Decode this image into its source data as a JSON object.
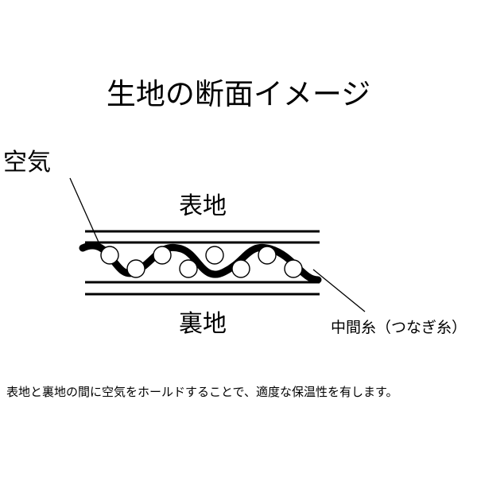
{
  "title": "生地の断面イメージ",
  "labels": {
    "air": "空気",
    "top_fabric": "表地",
    "bottom_fabric": "裏地",
    "middle_thread": "中間糸（つなぎ糸）"
  },
  "caption": "表地と裏地の間に空気をホールドすることで、適度な保温性を有します。",
  "colors": {
    "line": "#000000",
    "background": "#ffffff"
  }
}
